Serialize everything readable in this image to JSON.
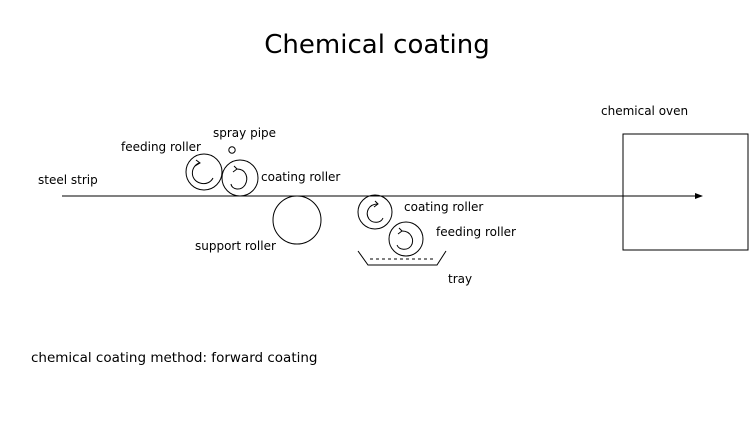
{
  "title": "Chemical coating",
  "labels": {
    "steel_strip": "steel strip",
    "feeding_roller_top": "feeding roller",
    "spray_pipe": "spray pipe",
    "coating_roller_top": "coating roller",
    "support_roller": "support roller",
    "coating_roller_bottom": "coating roller",
    "feeding_roller_bottom": "feeding roller",
    "tray": "tray",
    "chemical_oven": "chemical oven"
  },
  "caption": "chemical coating method: forward coating",
  "colors": {
    "line": "#000000",
    "background": "#ffffff"
  }
}
